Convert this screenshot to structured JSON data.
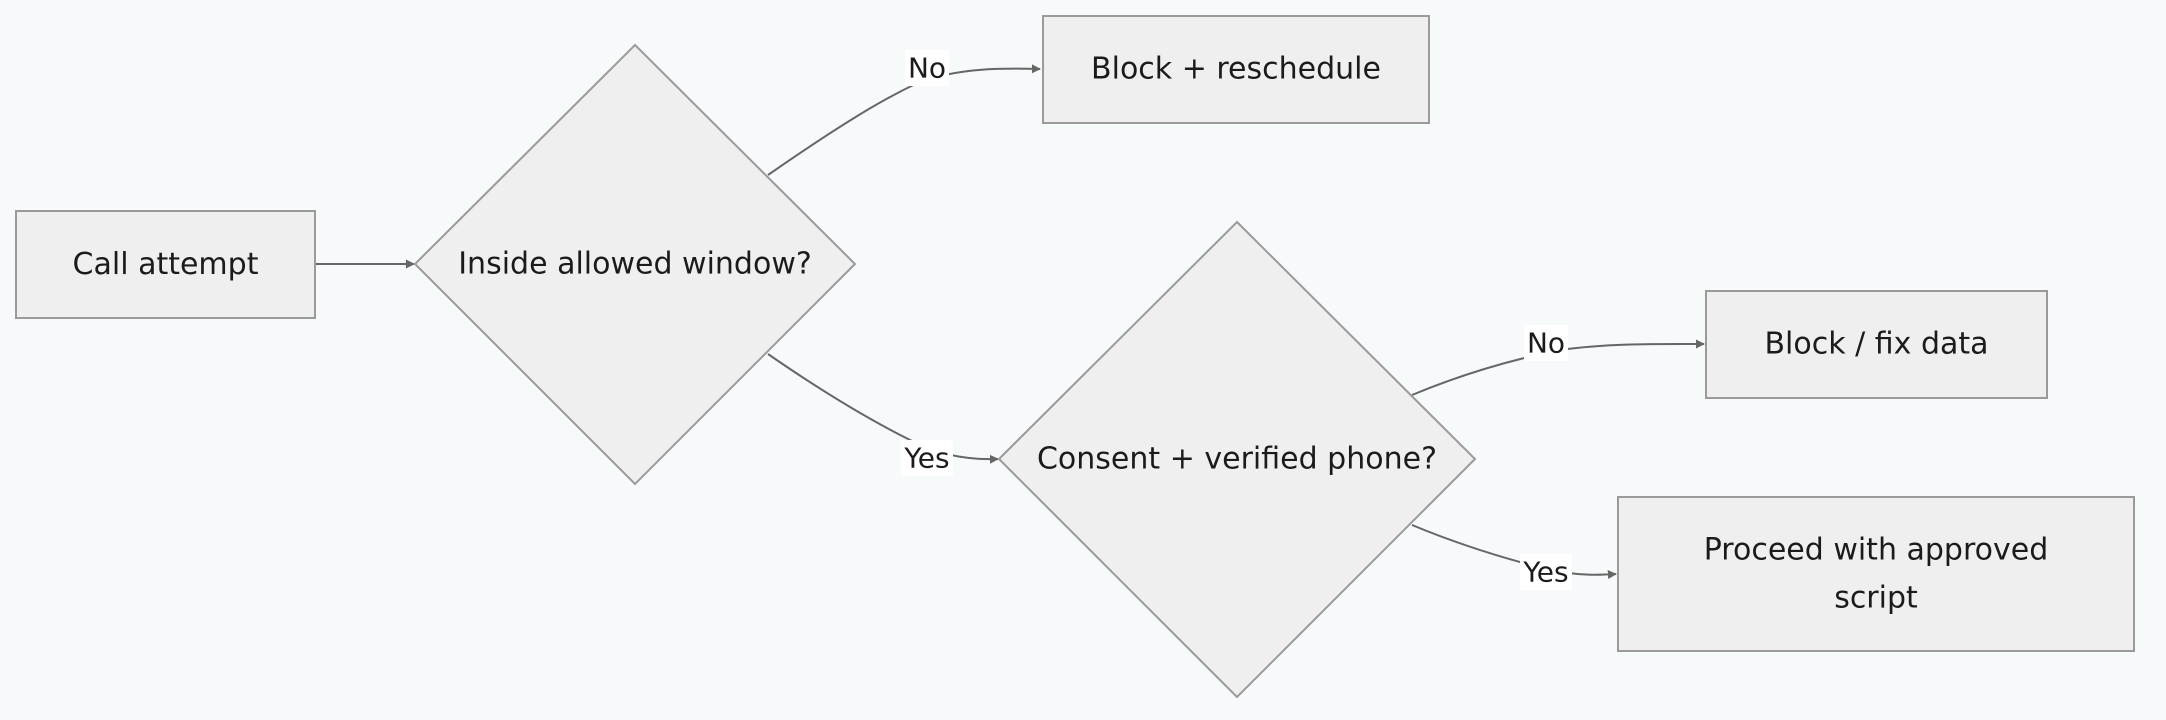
{
  "nodes": {
    "call_attempt": "Call attempt",
    "inside_window": "Inside allowed window?",
    "block_reschedule": "Block + reschedule",
    "consent_verified": "Consent + verified phone?",
    "block_fix": "Block / fix data",
    "proceed_line1": "Proceed with approved",
    "proceed_line2": "script"
  },
  "edges": {
    "window_no": "No",
    "window_yes": "Yes",
    "consent_no": "No",
    "consent_yes": "Yes"
  },
  "colors": {
    "background": "#f6fafb",
    "node_fill": "#efefef",
    "node_stroke": "#9a9a9a",
    "edge": "#666666"
  }
}
